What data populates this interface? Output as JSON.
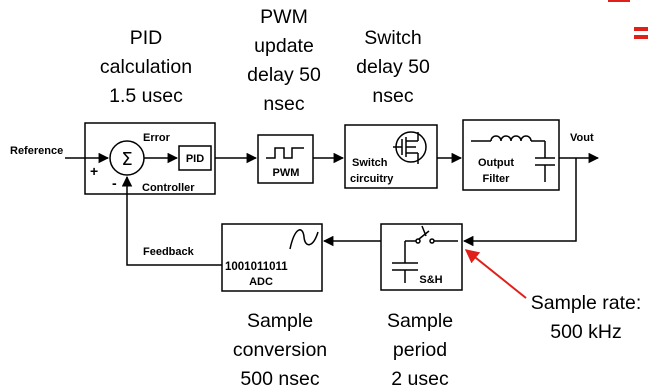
{
  "stage_notes": {
    "pid_calculation": [
      "PID",
      "calculation",
      "1.5 usec"
    ],
    "pwm_update_delay": [
      "PWM",
      "update",
      "delay 50",
      "nsec"
    ],
    "switch_delay": [
      "Switch",
      "delay 50",
      "nsec"
    ],
    "sample_conversion": [
      "Sample",
      "conversion",
      "500 nsec"
    ],
    "sample_period": [
      "Sample",
      "period",
      "2 usec"
    ],
    "sample_rate": [
      "Sample rate:",
      "500 kHz"
    ]
  },
  "blocks": {
    "controller": {
      "label": "Controller",
      "error_label": "Error",
      "sum_symbol": "Σ",
      "plus_sign": "+",
      "minus_sign": "-"
    },
    "pid": {
      "label": "PID"
    },
    "pwm": {
      "label": "PWM"
    },
    "switch": {
      "label_line1": "Switch",
      "label_line2": "circuitry"
    },
    "output_filter": {
      "label_line1": "Output",
      "label_line2": "Filter"
    },
    "adc": {
      "label": "ADC",
      "bits": "1001011011"
    },
    "sample_hold": {
      "label": "S&H"
    }
  },
  "signals": {
    "reference": "Reference",
    "vout": "Vout",
    "feedback": "Feedback"
  },
  "colors": {
    "line": "#000000",
    "accent_red": "#e0201b"
  }
}
